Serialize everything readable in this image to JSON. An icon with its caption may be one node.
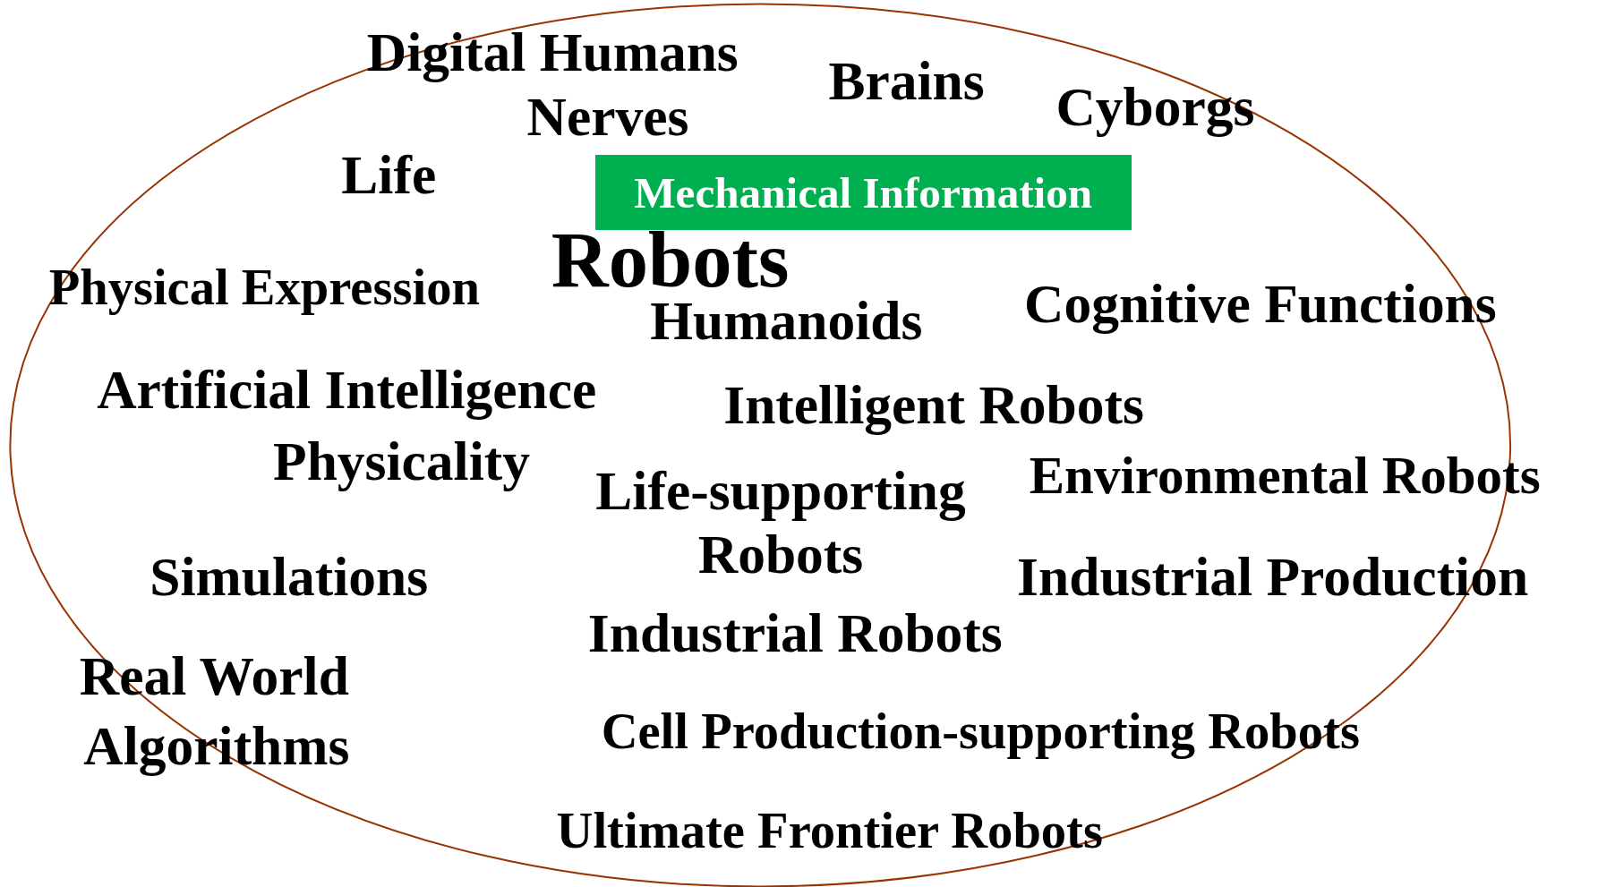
{
  "diagram": {
    "nodes": [
      {
        "text": [
          "Mechanical Information"
        ]
      }
    ],
    "labels": [
      "Digital Humans",
      "Nerves",
      "Brains",
      "Cyborgs",
      "Life",
      "Robots",
      "Physical Expression",
      "Humanoids",
      "Cognitive Functions",
      "Artificial Intelligence",
      "Intelligent Robots",
      "Physicality",
      "Environmental Robots",
      "Life-supporting Robots",
      "Simulations",
      "Industrial Production",
      "Industrial Robots",
      "Real World",
      "Algorithms",
      "Cell Production-supporting Robots",
      "Ultimate Frontier Robots"
    ]
  }
}
